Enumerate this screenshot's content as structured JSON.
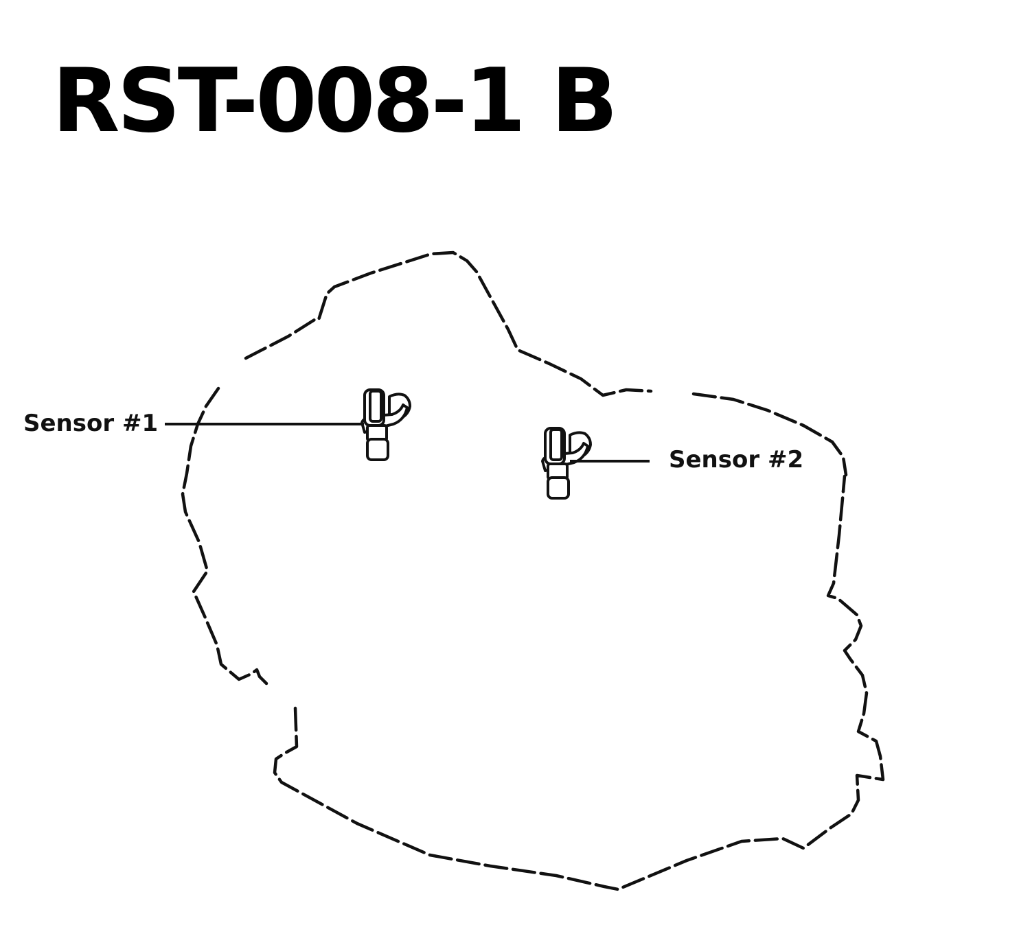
{
  "diagram": {
    "title": "RST-008-1 B",
    "type": "part location diagram",
    "components": [
      {
        "id": "sensor-1",
        "label": "Sensor #1",
        "icon": "speed-sensor-icon"
      },
      {
        "id": "sensor-2",
        "label": "Sensor #2",
        "icon": "speed-sensor-icon"
      }
    ],
    "outline": {
      "style": "dash-dot housing outline",
      "stroke_color": "#111111"
    },
    "colors": {
      "background": "#ffffff",
      "ink": "#111111"
    }
  }
}
